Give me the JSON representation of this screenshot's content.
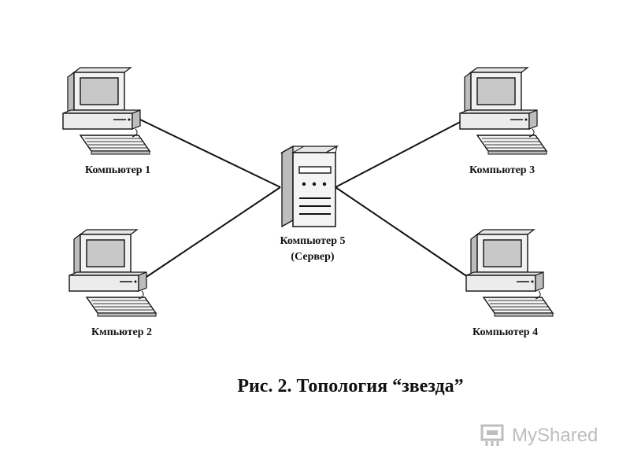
{
  "nodes": {
    "computer1": {
      "label": "Компьютер 1"
    },
    "computer2": {
      "label": "Кмпьютер 2"
    },
    "computer3": {
      "label": "Компьютер 3"
    },
    "computer4": {
      "label": "Компьютер 4"
    },
    "server": {
      "label_line1": "Компьютер 5",
      "label_line2": "(Сервер)"
    }
  },
  "caption": "Рис. 2. Топология “звезда”",
  "watermark": {
    "text": "MyShared"
  },
  "colors": {
    "line": "#111111",
    "screen": "#c8c8c8",
    "case_shade": "#d9d9d9"
  }
}
